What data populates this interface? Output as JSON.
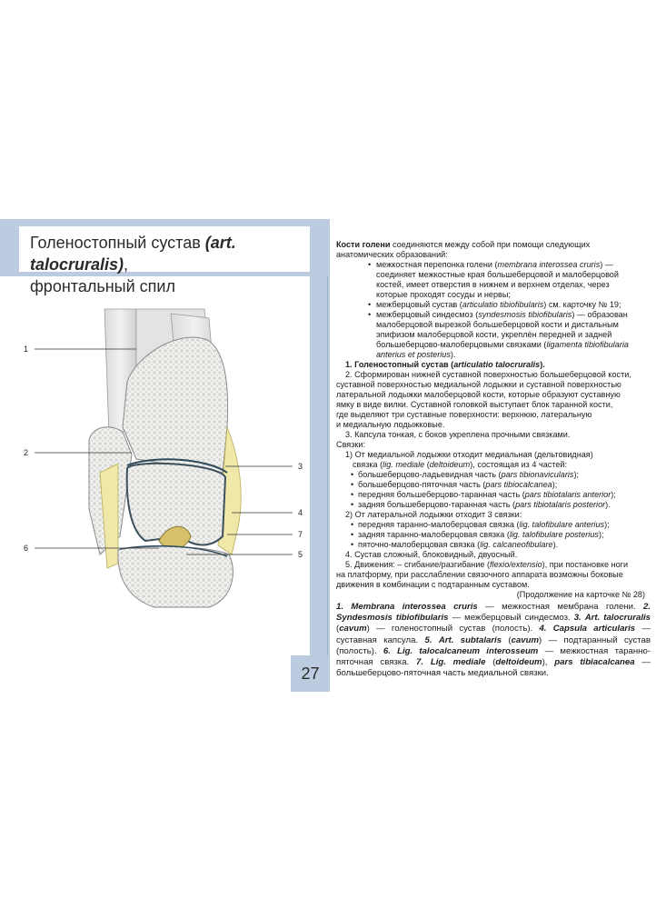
{
  "card": {
    "title_pre": "Голеностопный сустав ",
    "title_bold": "(art. talocruralis)",
    "title_post": ",",
    "title_line2": "фронтальный спил",
    "page_number": "27",
    "callouts": [
      "1",
      "2",
      "3",
      "4",
      "5",
      "6",
      "7"
    ]
  },
  "text": {
    "intro_bold": "Кости голени",
    "intro": " соединяются между собой при помощи следующих",
    "intro2": "анатомических образований:",
    "b1_a": "межкостная перепонка голени (",
    "b1_i": "membrana interossea cruris",
    "b1_b": ") —",
    "b1_l2": "соединяет межкостные края большеберцовой и малоберцовой",
    "b1_l3": "костей, имеет отверстия в нижнем и верхнем отделах, через",
    "b1_l4": "которые проходят сосуды и нервы;",
    "b2_a": "межберцовый сустав (",
    "b2_i": "articulatio tibiofibularis",
    "b2_b": ") см. карточку № 19;",
    "b3_a": "межберцовый синдесмоз (",
    "b3_i": "syndesmosis tibiofibularis",
    "b3_b": ") — образован",
    "b3_l2": "малоберцовой вырезкой большеберцовой кости и дистальным",
    "b3_l3": "эпифизом малоберцовой кости, укреплён передней и задней",
    "b3_l4a": "большеберцово-малоберцовыми связками (",
    "b3_l4i": "ligamenta tibiofibularia",
    "b3_l5i": "anterius et posterius",
    "b3_l5b": ").",
    "n1_a": "1. Голеностопный сустав (",
    "n1_i": "articulatio talocruralis",
    "n1_b": ").",
    "n2_l1": "2. Сформирован нижней суставной поверхностью большеберцовой кости,",
    "n2_l2": "суставной поверхностью медиальной лодыжки и суставной поверхностью",
    "n2_l3": "латеральной лодыжки малоберцовой кости, которые образуют суставную",
    "n2_l4": "ямку в виде вилки. Суставной головкой выступает блок таранной кости,",
    "n2_l5": "где выделяют три суставные поверхности: верхнюю, латеральную",
    "n2_l6": "и медиальную лодыжковые.",
    "n3": "3. Капсула тонкая, с боков укреплена прочными связками.",
    "svyazki": "Связки:",
    "s1_l1": "1) От медиальной лодыжки отходит медиальная (дельтовидная)",
    "s1_l2a": "связка (",
    "s1_l2i1": "lig. mediale",
    "s1_l2b": " (",
    "s1_l2i2": "deltoideum",
    "s1_l2c": "), состоящая из 4 частей:",
    "s1_a1": "большеберцово-ладьевидная часть (",
    "s1_a1i": "pars tibionavicularis",
    "s1_a1b": ");",
    "s1_a2": "большеберцово-пяточная часть (",
    "s1_a2i": "pars tibiocalcanea",
    "s1_a2b": ");",
    "s1_a3": "передняя большеберцово-таранная часть (",
    "s1_a3i": "pars tibiotalaris anterior",
    "s1_a3b": ");",
    "s1_a4": "задняя большеберцово-таранная часть (",
    "s1_a4i": "pars tibiotalaris posterior",
    "s1_a4b": ").",
    "s2_l1": "2) От латеральной лодыжки отходит 3 связки:",
    "s2_a1": "передняя таранно-малоберцовая связка (",
    "s2_a1i": "lig. talofibulare anterius",
    "s2_a1b": ");",
    "s2_a2": "задняя таранно-малоберцовая связка (",
    "s2_a2i": "lig. talofibulare posterius",
    "s2_a2b": ");",
    "s2_a3": "пяточно-малоберцовая связка (",
    "s2_a3i": "lig. calcaneofibulare",
    "s2_a3b": ").",
    "n4": "4. Сустав сложный, блоковидный, двуосный.",
    "n5_a": "5. Движения: – сгибание/разгибание (",
    "n5_i": "flexio/extensio",
    "n5_b": "), при постановке ноги",
    "n5_l2": "на платформу, при расслаблении связочного аппарата возможны боковые",
    "n5_l3": "движения в комбинации с подтаранным суставом.",
    "cont": "(Продолжение на карточке № 28)"
  },
  "legend": {
    "i1": "1. Membrana interossea cruris",
    "t1": " — межкостная мембрана голени.",
    "i2": "2. Syndesmosis tibiofibularis",
    "t2": " — межберцовый синдесмоз. ",
    "i3": "3. Art. talocruralis",
    "t3a": " (",
    "i3b": "cavum",
    "t3b": ") — голеностопный сустав (полость). ",
    "i4": "4. Capsula articularis",
    "t4": " — суставная капсула. ",
    "i5": "5. Art. subtalaris",
    "t5a": " (",
    "i5b": "cavum",
    "t5b": ") — подтаранный сустав (полость). ",
    "i6": "6. Lig. talocalcaneum interosseum",
    "t6": " — межкостная таранно-пяточная связка. ",
    "i7": "7. Lig. mediale",
    "t7a": " (",
    "i7b": "deltoideum",
    "t7b": "), ",
    "i7c": "pars tibiacalcanea",
    "t7c": " — большеберцово-пяточная часть медиальной связки."
  }
}
